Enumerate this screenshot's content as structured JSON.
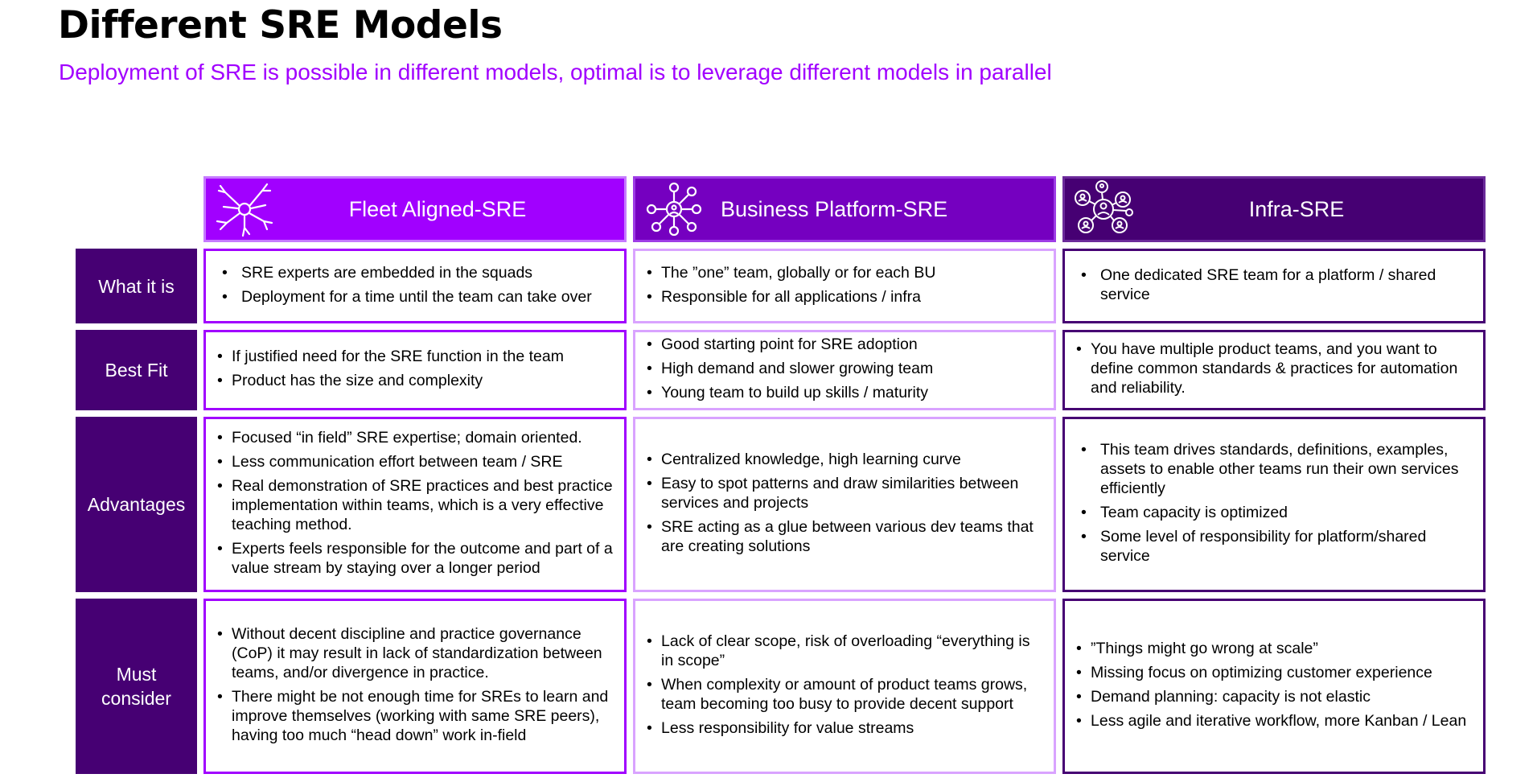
{
  "title": "Different SRE Models",
  "subtitle": "Deployment of SRE is possible in different models, optimal is to leverage different models in parallel",
  "columns": [
    {
      "label": "Fleet Aligned-SRE",
      "icon": "hands-together-icon"
    },
    {
      "label": "Business Platform-SRE",
      "icon": "network-hub-icon"
    },
    {
      "label": "Infra-SRE",
      "icon": "people-network-icon"
    }
  ],
  "rows": [
    {
      "label": "What it is"
    },
    {
      "label": "Best Fit"
    },
    {
      "label": "Advantages"
    },
    {
      "label": "Must consider"
    }
  ],
  "cells": {
    "what": {
      "fleet": [
        "SRE experts are embedded in the squads",
        "Deployment for a time until the team can take over"
      ],
      "business": [
        "The ”one” team, globally or for each BU",
        "Responsible for all applications / infra"
      ],
      "infra": [
        "One dedicated SRE team for a platform / shared service"
      ]
    },
    "best": {
      "fleet": [
        "If justified need for the SRE function in the team",
        "Product has the size and complexity"
      ],
      "business": [
        "Good starting point for SRE adoption",
        "High demand and slower growing team",
        "Young team to build up skills / maturity"
      ],
      "infra": [
        "You have multiple product teams, and you want to define common standards & practices for automation and reliability."
      ]
    },
    "adv": {
      "fleet": [
        "Focused “in field” SRE expertise; domain oriented.",
        "Less communication effort between team / SRE",
        "Real demonstration of SRE practices and best practice implementation within teams, which is a very effective teaching method.",
        "Experts feels responsible for the outcome and part of a value stream by staying over a longer period"
      ],
      "business": [
        "Centralized knowledge, high learning curve",
        "Easy to spot patterns and draw similarities between services and projects",
        "SRE acting as a glue between various dev teams that are creating solutions"
      ],
      "infra": [
        "This team drives standards, definitions, examples, assets to enable other teams run their own services efficiently",
        "Team capacity is optimized",
        "Some level of responsibility for platform/shared service"
      ]
    },
    "must": {
      "fleet": [
        "Without decent discipline and practice governance (CoP) it may result in lack of standardization between teams, and/or divergence in practice.",
        "There might be not enough time for SREs to learn and improve themselves (working with same SRE peers), having too much “head down” work in-field"
      ],
      "business": [
        "Lack of clear scope, risk of overloading “everything is in scope”",
        "When complexity or amount of product teams grows, team becoming too busy to provide decent support",
        "Less responsibility for value streams"
      ],
      "infra": [
        "”Things might go wrong at scale”",
        "Missing focus on optimizing customer experience",
        "Demand planning: capacity is not elastic",
        "Less agile and iterative workflow, more Kanban / Lean"
      ]
    }
  },
  "colors": {
    "fleet": "#A100FF",
    "business": "#7500C0",
    "infra": "#460073",
    "subtitle": "#A100FF"
  }
}
